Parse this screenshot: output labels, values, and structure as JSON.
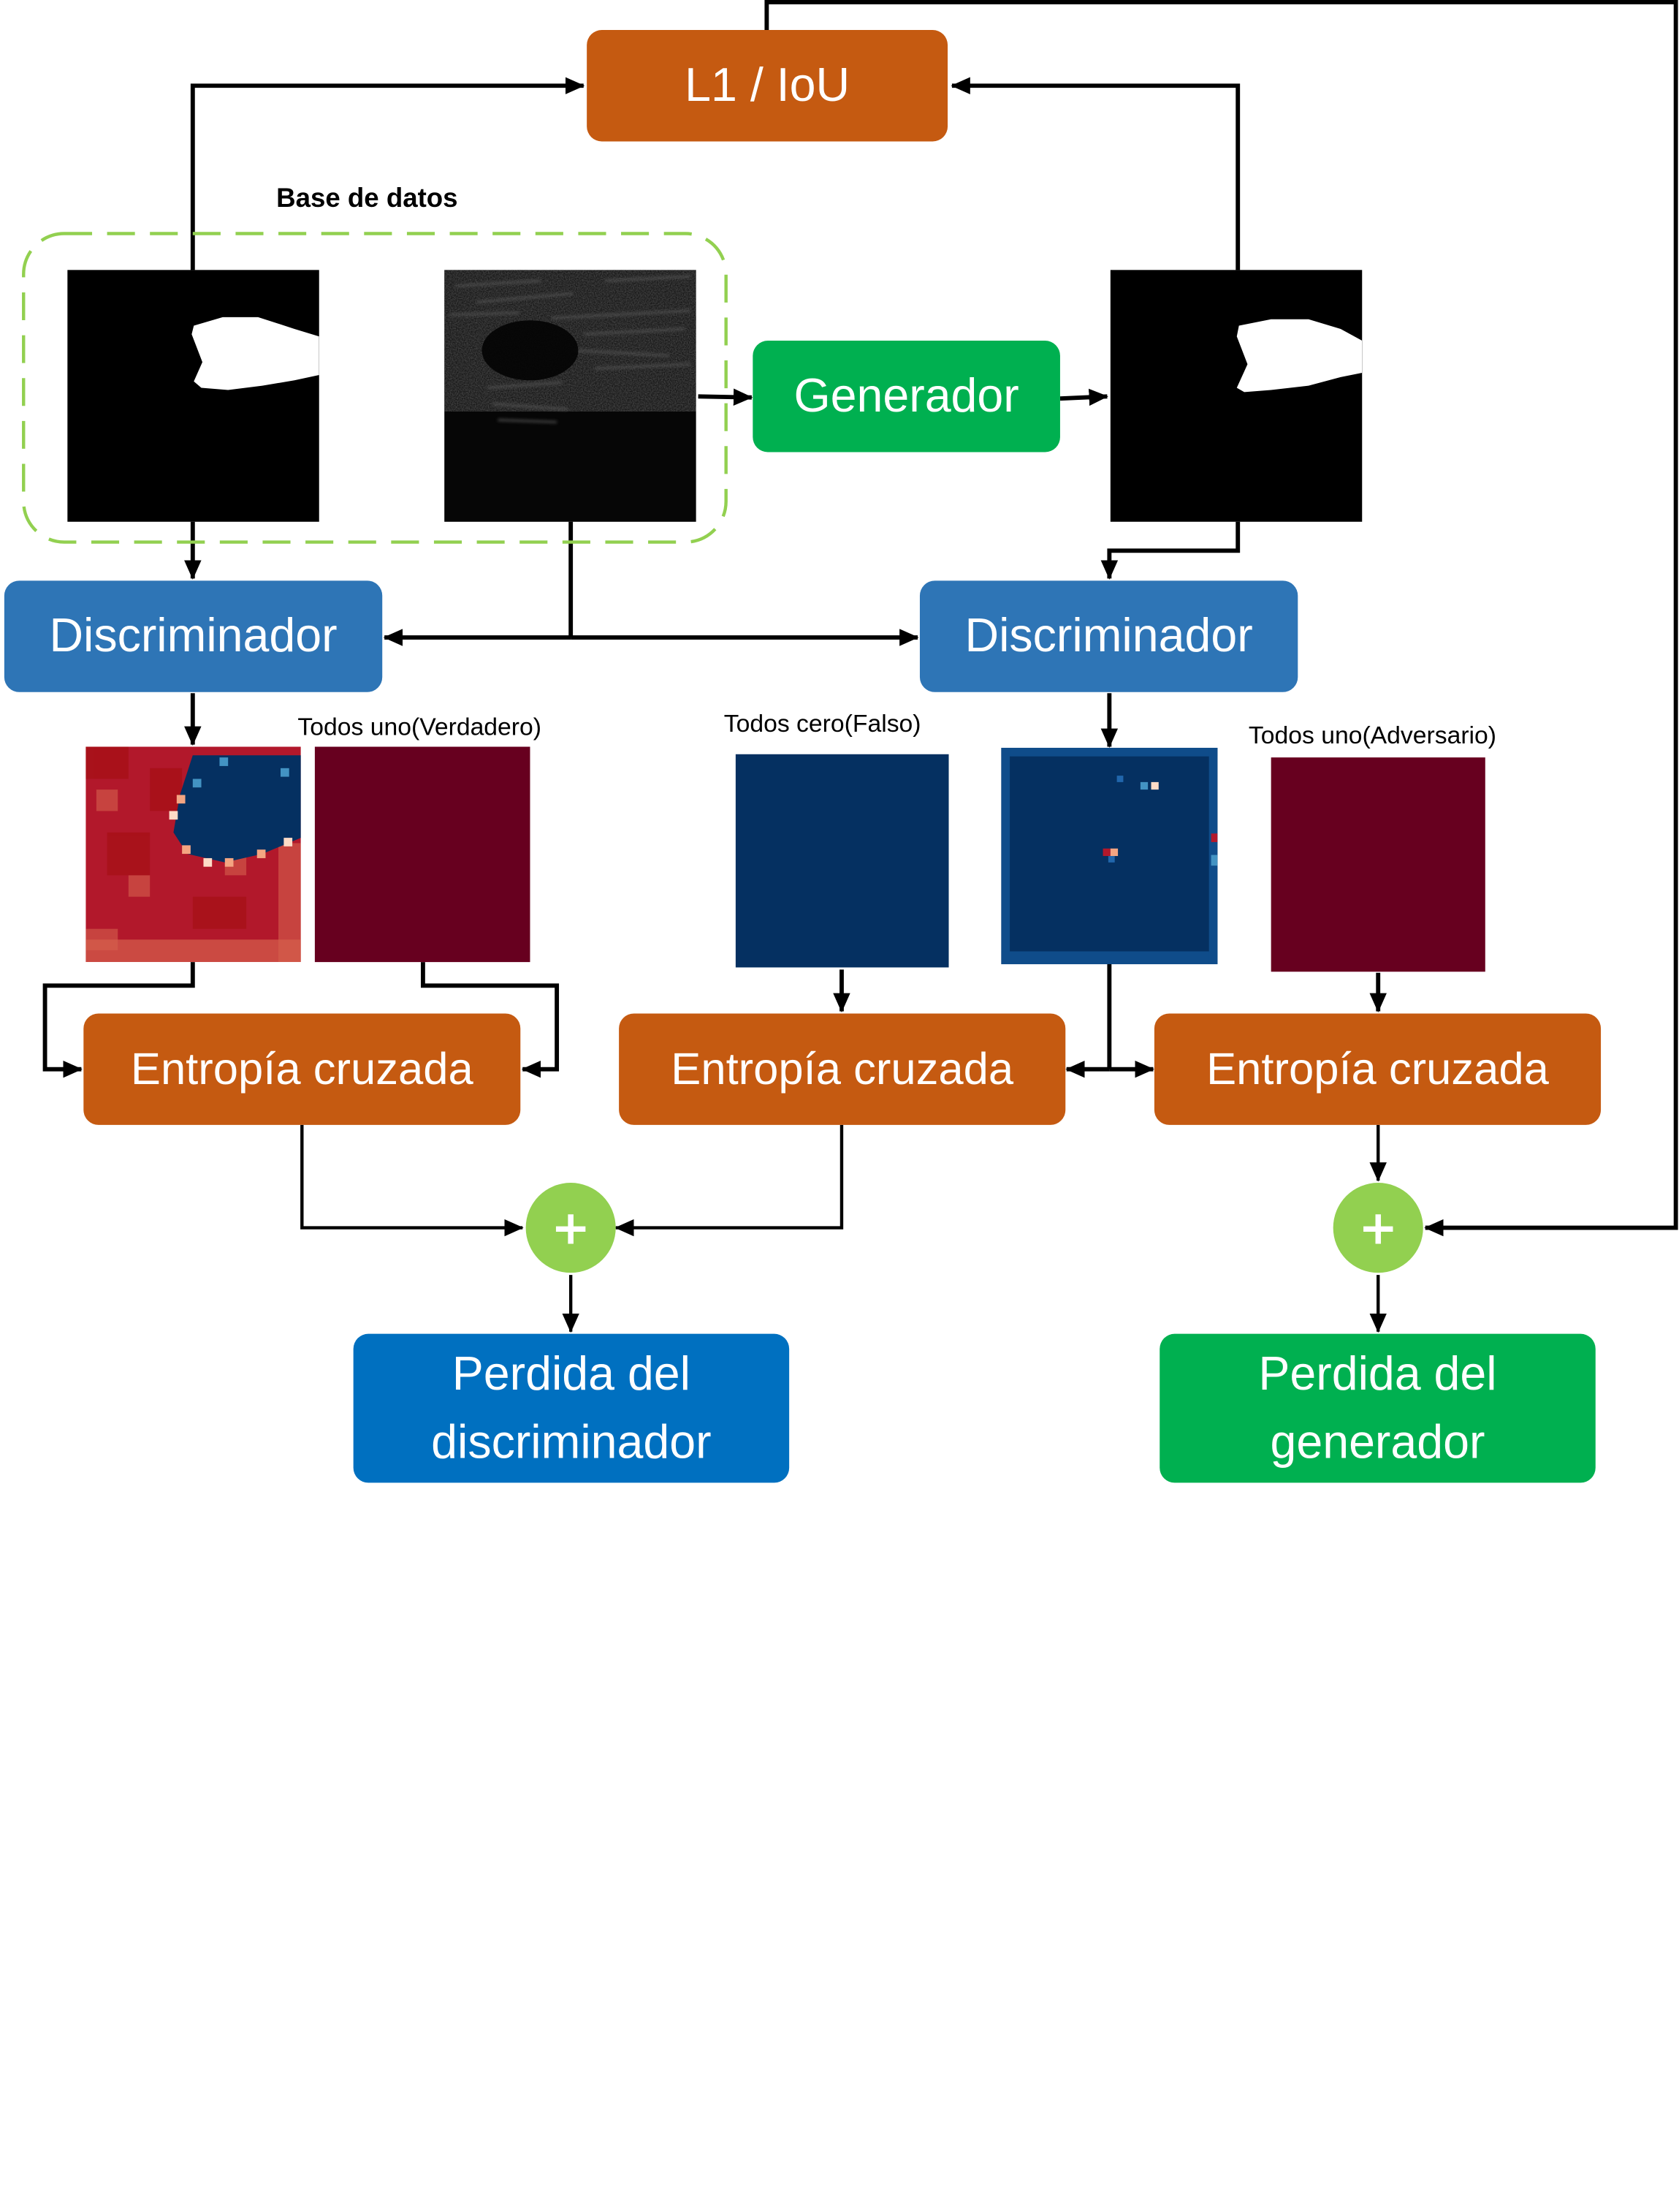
{
  "labels": {
    "dataset": "Base de datos",
    "all_ones_real": "Todos uno(Verdadero)",
    "all_zeros_fake": "Todos cero(Falso)",
    "all_ones_adv": "Todos uno(Adversario)"
  },
  "boxes": {
    "l1_iou": "L1 / IoU",
    "generator": "Generador",
    "discriminator_left": "Discriminador",
    "discriminator_right": "Discriminador",
    "cross_entropy_1": "Entropía cruzada",
    "cross_entropy_2": "Entropía cruzada",
    "cross_entropy_3": "Entropía cruzada",
    "disc_loss_line1": "Perdida del",
    "disc_loss_line2": "discriminador",
    "gen_loss_line1": "Perdida del",
    "gen_loss_line2": "generador"
  },
  "sum_nodes": {
    "left": "+",
    "right": "+"
  },
  "colors": {
    "orange": "#c55a11",
    "green": "#00b050",
    "blue": "#2e75b6",
    "loss_blue": "#0070c0",
    "sum_green": "#92d050",
    "dataset_border": "#92d050",
    "map_dark_red": "#67001f",
    "map_dark_blue": "#053061"
  }
}
